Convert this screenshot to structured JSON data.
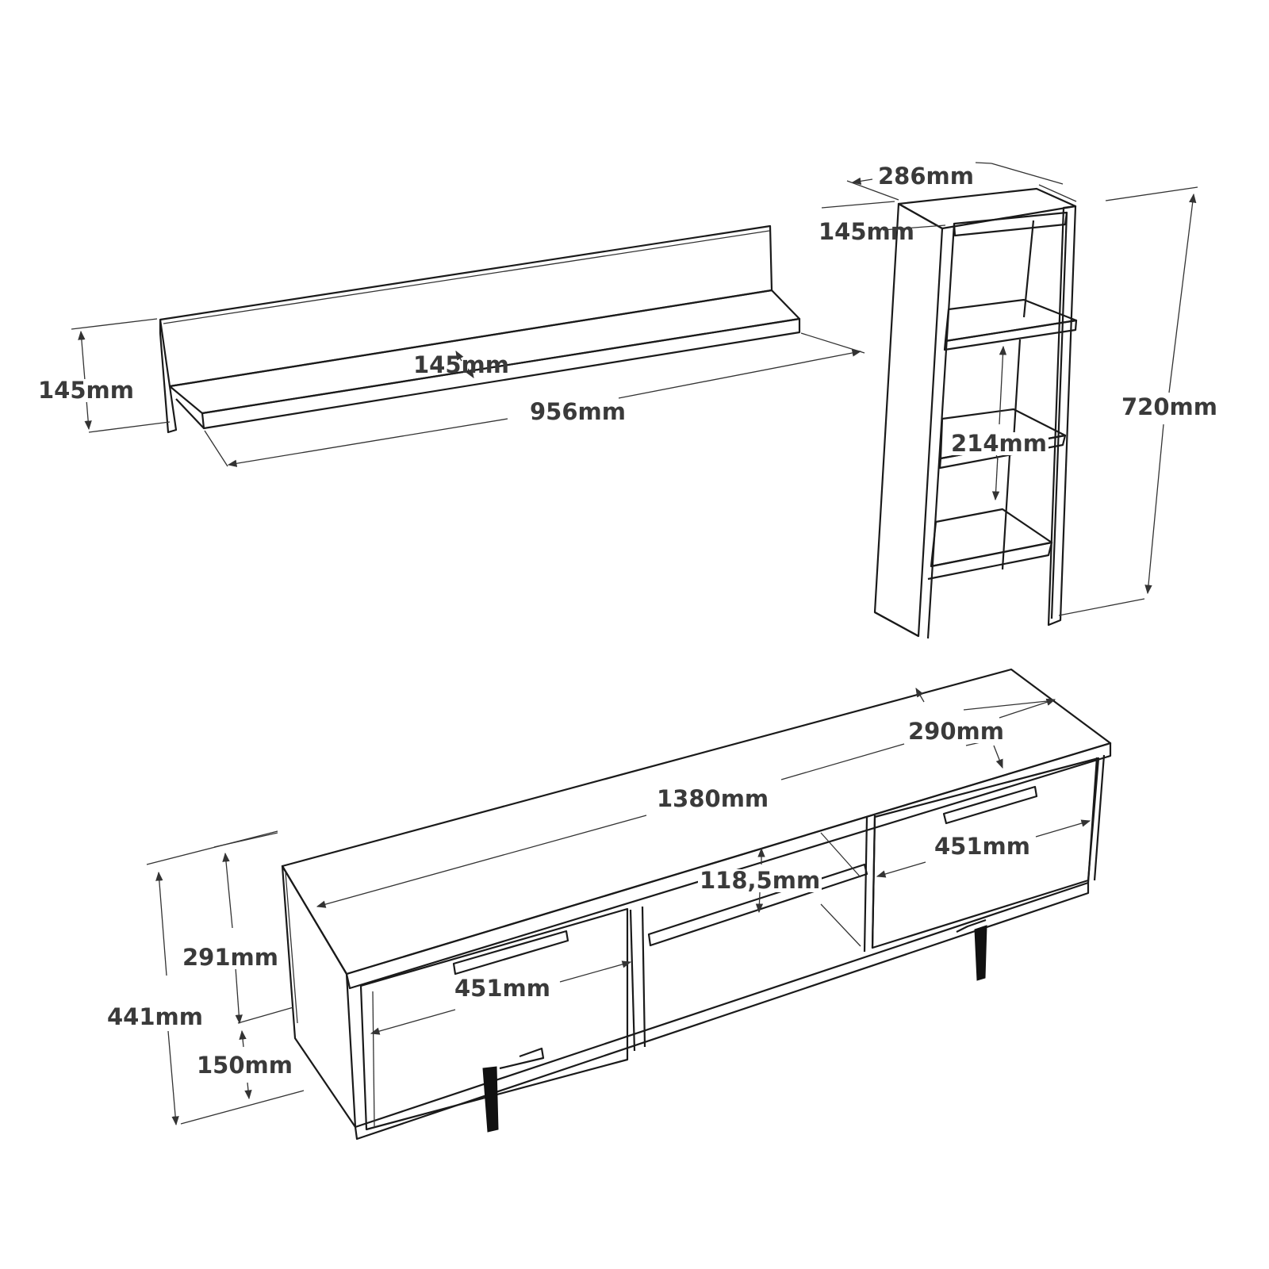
{
  "diagram": {
    "title": "TV unit set dimension drawing",
    "text_color": "#3a3a3a",
    "line_color": "#1a1a1a",
    "components": [
      {
        "name": "wall-shelf",
        "dimensions": {
          "height": "145mm",
          "depth": "145mm",
          "width": "956mm"
        }
      },
      {
        "name": "bookcase-unit",
        "dimensions": {
          "width": "286mm",
          "depth": "145mm",
          "height": "720mm",
          "shelf_spacing": "214mm"
        }
      },
      {
        "name": "tv-stand",
        "dimensions": {
          "width": "1380mm",
          "depth": "290mm",
          "door_left_width": "451mm",
          "door_right_width": "451mm",
          "middle_shelf_height": "118,5mm",
          "body_height": "291mm",
          "total_height": "441mm",
          "leg_height": "150mm"
        }
      }
    ]
  }
}
